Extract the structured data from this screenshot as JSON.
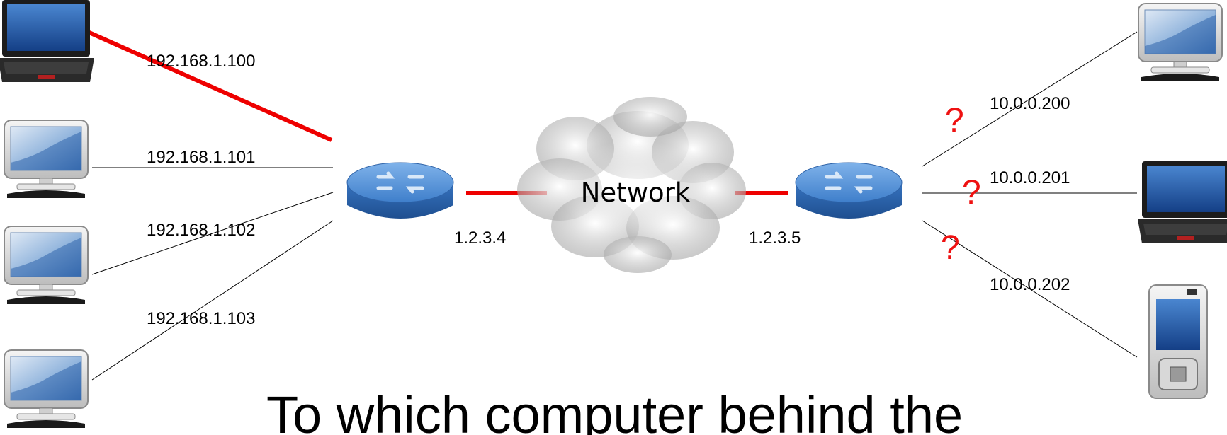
{
  "left_hosts": [
    {
      "device": "laptop-icon",
      "ip": "192.168.1.100",
      "highlighted": true
    },
    {
      "device": "desktop-icon",
      "ip": "192.168.1.101",
      "highlighted": false
    },
    {
      "device": "desktop-icon",
      "ip": "192.168.1.102",
      "highlighted": false
    },
    {
      "device": "desktop-icon",
      "ip": "192.168.1.103",
      "highlighted": false
    }
  ],
  "left_router": {
    "public_ip": "1.2.3.4",
    "icon": "router-icon"
  },
  "network": {
    "label": "Network",
    "icon": "cloud-icon"
  },
  "right_router": {
    "public_ip": "1.2.3.5",
    "icon": "router-icon"
  },
  "right_hosts": [
    {
      "device": "desktop-icon",
      "ip": "10.0.0.200",
      "mark": "?"
    },
    {
      "device": "laptop-icon",
      "ip": "10.0.0.201",
      "mark": "?"
    },
    {
      "device": "phone-icon",
      "ip": "10.0.0.202",
      "mark": "?"
    }
  ],
  "caption": "To which computer behind the",
  "colors": {
    "highlight": "#ee0000",
    "question": "#ee1111",
    "router_blue": "#3a78c4",
    "line": "#000000"
  }
}
